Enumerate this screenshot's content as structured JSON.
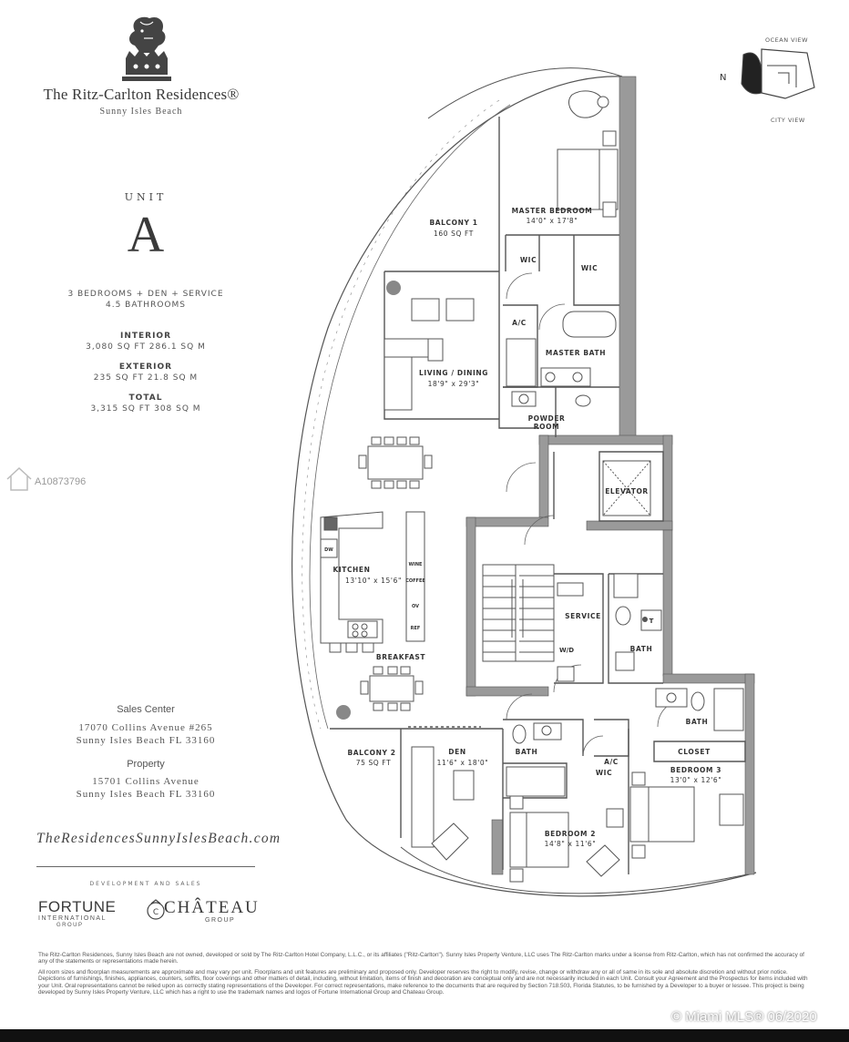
{
  "brand": {
    "title": "The Ritz-Carlton Residences®",
    "subtitle": "Sunny Isles Beach"
  },
  "unit": {
    "label": "UNIT",
    "letter": "A",
    "summary_line1": "3 BEDROOMS + DEN + SERVICE",
    "summary_line2": "4.5 BATHROOMS",
    "interior_label": "INTERIOR",
    "interior_value": "3,080 SQ FT 286.1 SQ M",
    "exterior_label": "EXTERIOR",
    "exterior_value": "235 SQ FT 21.8 SQ M",
    "total_label": "TOTAL",
    "total_value": "3,315 SQ FT 308 SQ M"
  },
  "sales_center": {
    "heading": "Sales Center",
    "line1": "17070 Collins Avenue #265",
    "line2": "Sunny Isles Beach FL 33160"
  },
  "property": {
    "heading": "Property",
    "line1": "15701 Collins Avenue",
    "line2": "Sunny Isles Beach FL 33160"
  },
  "website": "TheResidencesSunnyIslesBeach.com",
  "developer": {
    "label": "DEVELOPMENT AND SALES",
    "fortune": "FORTUNE",
    "fortune_sub": "INTERNATIONAL",
    "fortune_sub2": "GROUP",
    "chateau": "CHÂTEAU",
    "chateau_sub": "GROUP"
  },
  "compass": {
    "north": "N",
    "ocean": "OCEAN VIEW",
    "city": "CITY VIEW"
  },
  "mls_id": "A10873796",
  "rooms": {
    "balcony1": "BALCONY 1",
    "balcony1_area": "160 SQ FT",
    "master_bedroom": "MASTER BEDROOM",
    "master_bedroom_dim": "14'0\" x 17'8\"",
    "wic": "WIC",
    "ac": "A/C",
    "master_bath": "MASTER BATH",
    "living_dining": "LIVING / DINING",
    "living_dining_dim": "18'9\" x 29'3\"",
    "powder_room_1": "POWDER",
    "powder_room_2": "ROOM",
    "elevator": "ELEVATOR",
    "kitchen": "KITCHEN",
    "kitchen_dim": "13'10\" x 15'6\"",
    "dw": "DW",
    "wine": "WINE",
    "coffee": "COFFEE",
    "ov": "OV",
    "ref": "REF",
    "service": "SERVICE",
    "wd": "W/D",
    "bath": "BATH",
    "t": "T",
    "breakfast": "BREAKFAST",
    "balcony2": "BALCONY 2",
    "balcony2_area": "75 SQ FT",
    "den": "DEN",
    "den_dim": "11'6\" x 18'0\"",
    "bedroom2": "BEDROOM 2",
    "bedroom2_dim": "14'8\" x 11'6\"",
    "closet": "CLOSET",
    "bedroom3": "BEDROOM 3",
    "bedroom3_dim": "13'0\" x 12'6\""
  },
  "disclaimer": {
    "p1": "The Ritz-Carlton Residences, Sunny Isles Beach are not owned, developed or sold by The Ritz-Carlton Hotel Company, L.L.C., or its affiliates (\"Ritz-Carlton\"). Sunny Isles Property Venture, LLC uses The Ritz-Carlton marks under a license from Ritz-Carlton, which has not confirmed the accuracy of any of the statements or representations made herein.",
    "p2": "All room sizes and floorplan measurements are approximate and may vary per unit. Floorplans and unit features are preliminary and proposed only. Developer reserves the right to modify, revise, change or withdraw any or all of same in its sole and absolute discretion and without prior notice. Depictions of furnishings, finishes, appliances, counters, soffits, floor coverings and other matters of detail, including, without limitation, items of finish and decoration are conceptual only and are not necessarily included in each Unit. Consult your Agreement and the Prospectus for items included with your Unit. Oral representations cannot be relied upon as correctly stating representations of the Developer. For correct representations, make reference to the documents that are required by Section 718.503, Florida Statutes, to be furnished by a Developer to a buyer or lessee. This project is being developed by Sunny Isles Property Venture, LLC which has a right to use the trademark names and logos of Fortune International Group and Chateau Group."
  },
  "watermark": "© Miami MLS® 06/2020",
  "colors": {
    "wall": "#9a9a9a",
    "line": "#555555",
    "text": "#333333"
  }
}
